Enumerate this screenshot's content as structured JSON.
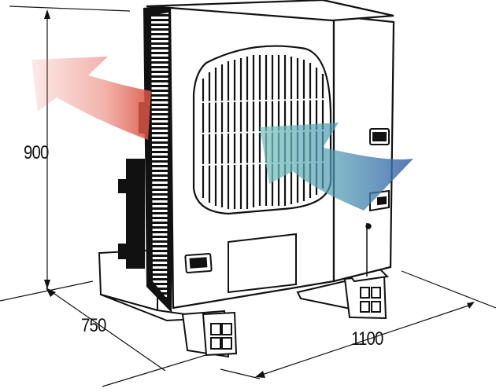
{
  "dimensions": {
    "height": "900",
    "depth": "750",
    "width": "1100"
  },
  "colors": {
    "exhaust_arrow": "#e8776a",
    "intake_arrow": "#4a8fb0",
    "outline": "#111111",
    "background": "#ffffff"
  },
  "icons": [
    "fan-grille-icon",
    "handle-icon",
    "service-panel-icon",
    "label-plate-icon"
  ]
}
